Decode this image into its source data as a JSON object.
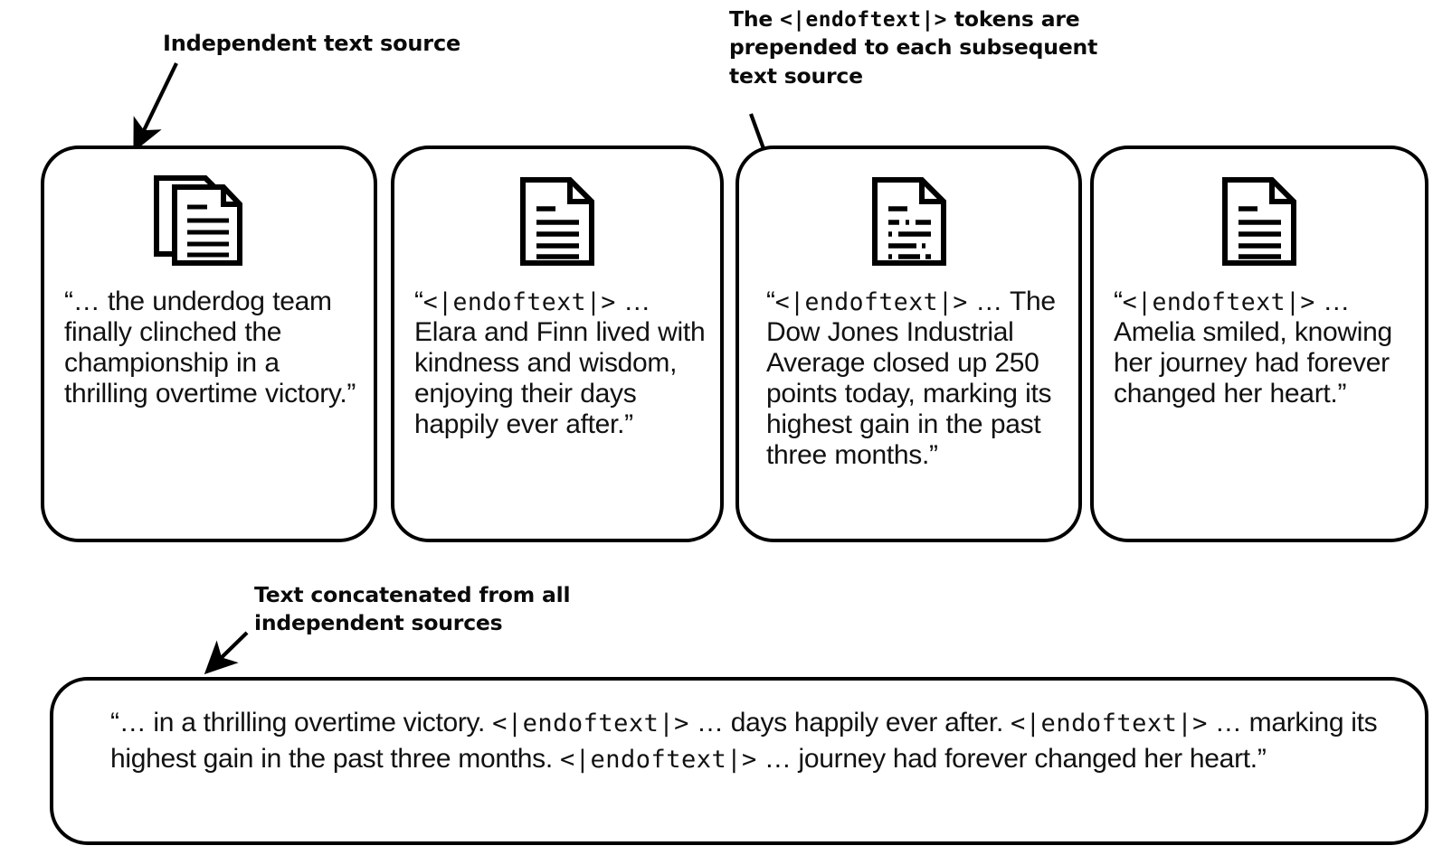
{
  "annotations": {
    "independent_source": {
      "text": "Independent text source",
      "name": "independent-text-source-label"
    },
    "endoftext_note": {
      "prefix": "The ",
      "token": "<|endoftext|>",
      "suffix": " tokens are prepended to each subsequent text source"
    },
    "concatenated": {
      "text": "Text concatenated from all independent sources"
    }
  },
  "colors": {
    "stroke": "#000000",
    "text": "#111111",
    "background": "#ffffff"
  },
  "token": "<|endoftext|>",
  "cards": [
    {
      "id": "card-1",
      "icon": "documents-stacked-icon",
      "open_quote": "“… ",
      "has_token": false,
      "body": "the underdog team finally clinched the championship in a thrilling overtime victory.”"
    },
    {
      "id": "card-2",
      "icon": "document-lines-icon",
      "open_quote": "“",
      "has_token": true,
      "after_token": " … ",
      "body": "Elara and Finn lived with kindness and wisdom, enjoying their days happily ever after.”"
    },
    {
      "id": "card-3",
      "icon": "document-list-icon",
      "open_quote": "“",
      "has_token": true,
      "after_token": " … ",
      "body": "The Dow Jones Industrial Average closed up 250 points today, marking its highest gain in the past three months.”"
    },
    {
      "id": "card-4",
      "icon": "document-lines-icon",
      "open_quote": "“",
      "has_token": true,
      "after_token": " … ",
      "body": "Amelia smiled, knowing her journey had forever changed her heart.”"
    }
  ],
  "concatenated": {
    "segments": [
      {
        "type": "text",
        "value": "“… in a thrilling overtime victory. "
      },
      {
        "type": "token",
        "value": "<|endoftext|>"
      },
      {
        "type": "text",
        "value": " … days happily ever after. "
      },
      {
        "type": "token",
        "value": "<|endoftext|>"
      },
      {
        "type": "text",
        "value": " … marking its highest gain in the past three months. "
      },
      {
        "type": "token",
        "value": "<|endoftext|>"
      },
      {
        "type": "text",
        "value": " … journey had forever changed her heart.”"
      }
    ]
  }
}
